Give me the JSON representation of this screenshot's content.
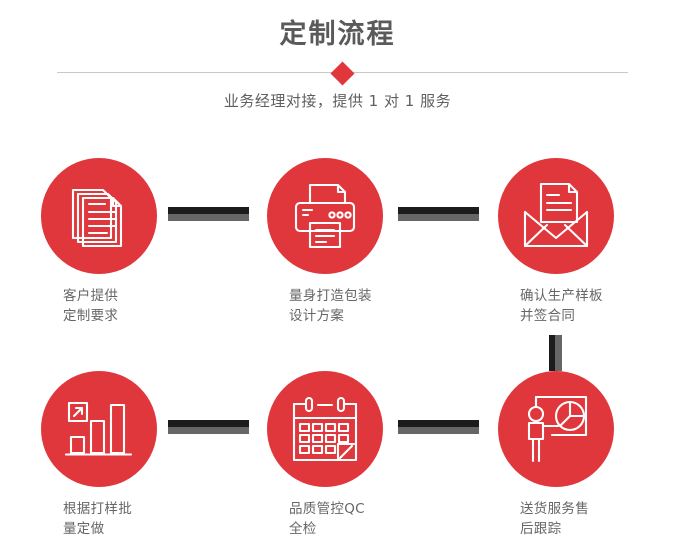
{
  "header": {
    "title": "定制流程",
    "subtitle": "业务经理对接，提供 1 对 1 服务",
    "divider_icon": "diamond-marker",
    "accent_color": "#e0373d",
    "title_color": "#5a5a5a",
    "subtitle_color": "#5f5f5f",
    "divider_color": "#c8c8c8"
  },
  "flow": {
    "connector_dark_color": "#1c1c1c",
    "connector_light_color": "#666666",
    "label_color": "#666666",
    "steps": [
      {
        "index": 1,
        "icon": "documents-stack-icon",
        "label": "客户提供\n定制要求"
      },
      {
        "index": 2,
        "icon": "printer-icon",
        "label": "量身打造包装\n设计方案"
      },
      {
        "index": 3,
        "icon": "envelope-document-icon",
        "label": "确认生产样板\n并签合同"
      },
      {
        "index": 4,
        "icon": "bar-chart-growth-icon",
        "label": "根据打样批\n量定做"
      },
      {
        "index": 5,
        "icon": "calendar-check-icon",
        "label": "品质管控QC\n全检"
      },
      {
        "index": 6,
        "icon": "presenter-pie-chart-icon",
        "label": "送货服务售\n后跟踪"
      }
    ],
    "connectors": [
      {
        "orientation": "horizontal",
        "from": 1,
        "to": 2
      },
      {
        "orientation": "horizontal",
        "from": 2,
        "to": 3
      },
      {
        "orientation": "vertical",
        "from": 3,
        "to": 6
      },
      {
        "orientation": "horizontal",
        "from": 4,
        "to": 5
      },
      {
        "orientation": "horizontal",
        "from": 5,
        "to": 6
      }
    ]
  }
}
